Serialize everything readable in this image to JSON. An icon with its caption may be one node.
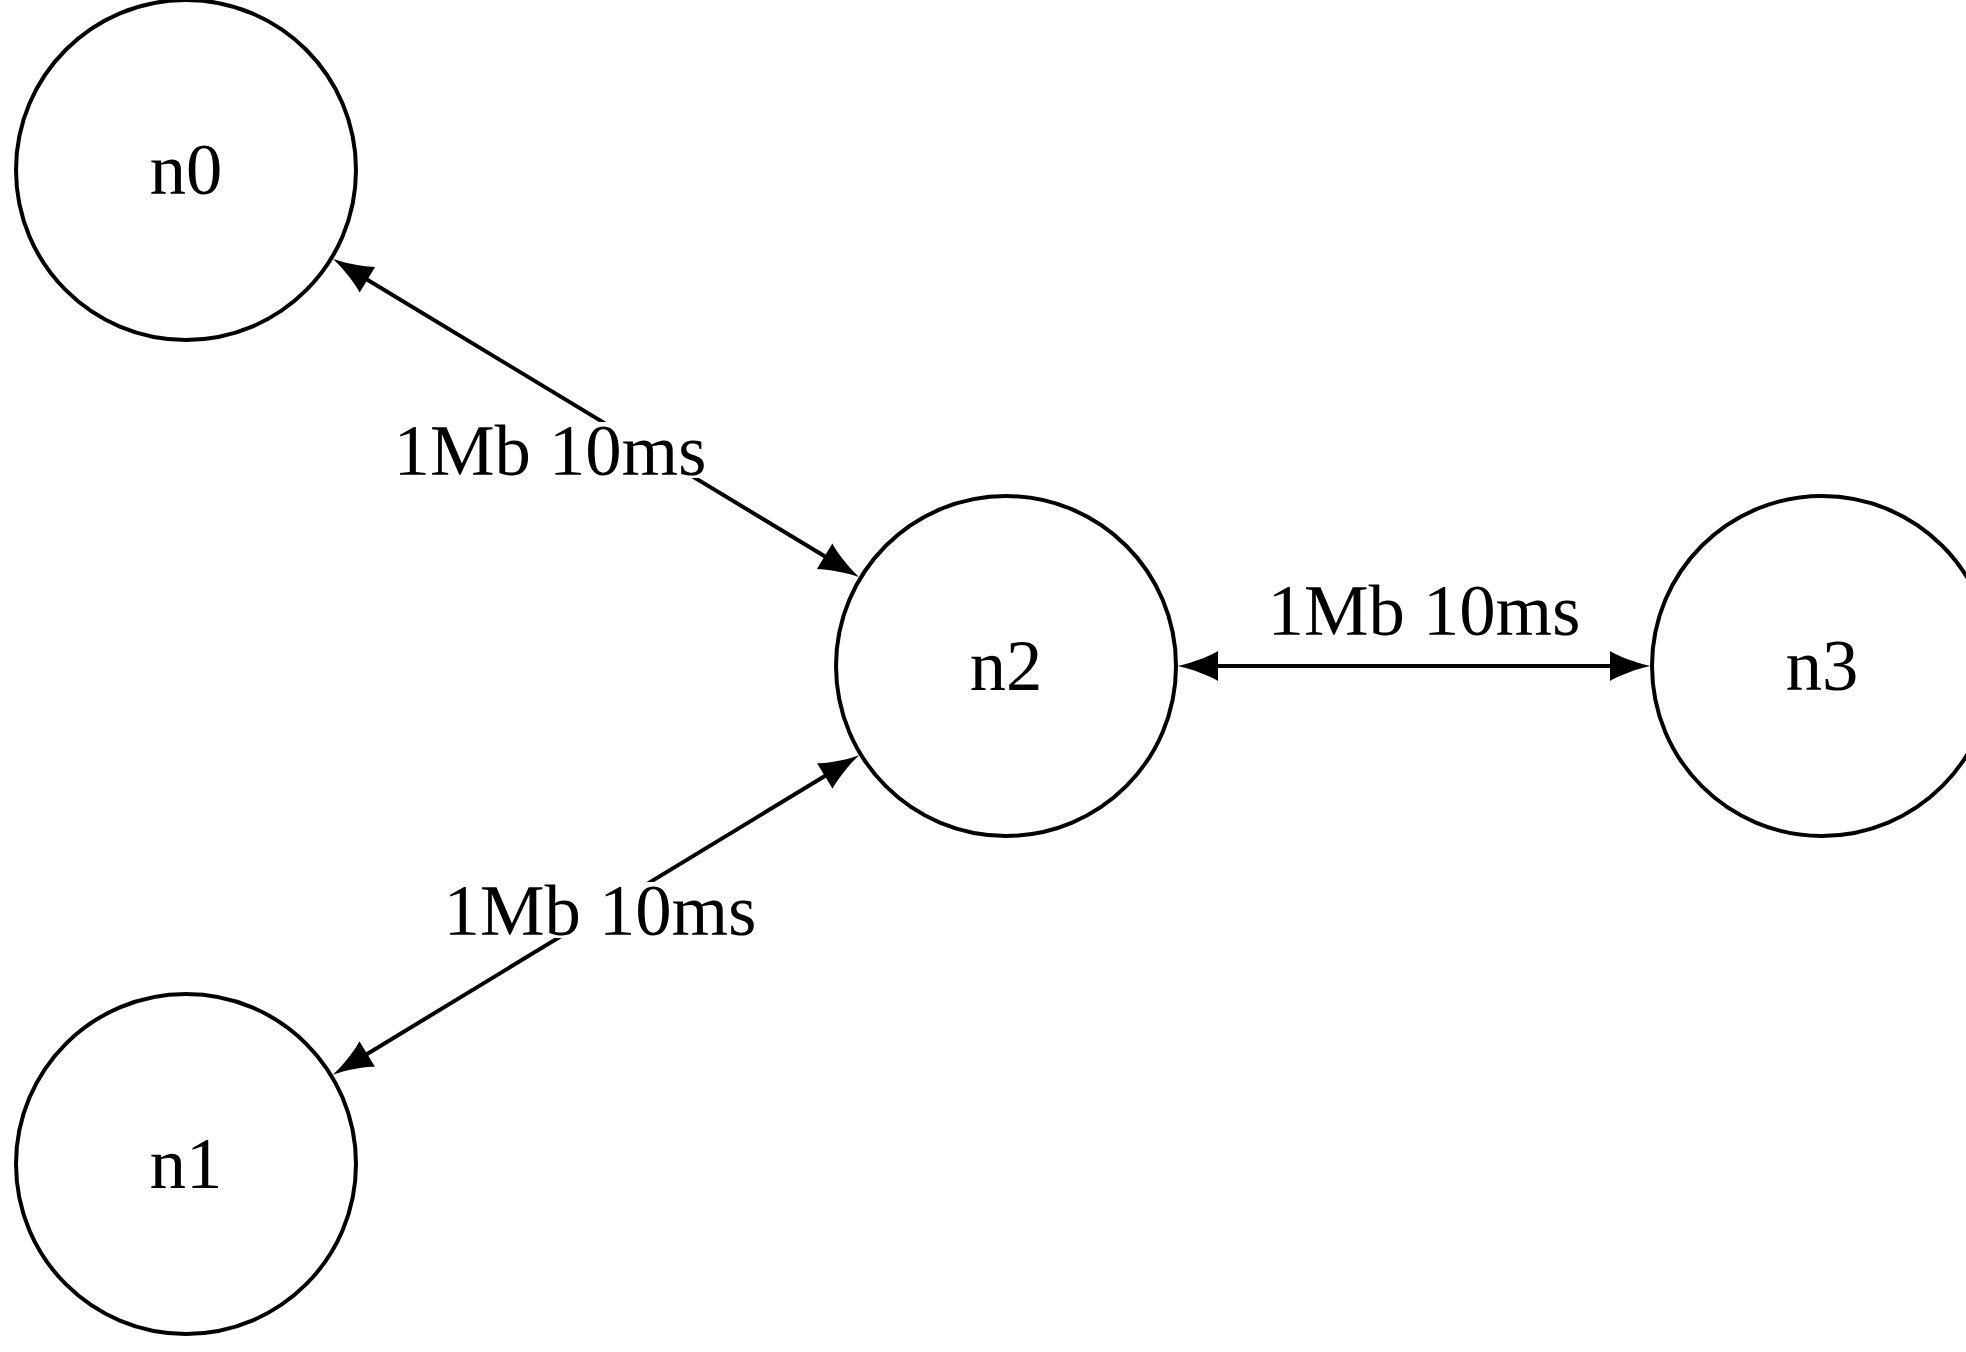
{
  "diagram": {
    "nodes": [
      {
        "text": [
          "n0"
        ]
      },
      {
        "text": [
          "n1"
        ]
      },
      {
        "text": [
          "n2"
        ]
      },
      {
        "text": [
          "n3"
        ]
      }
    ],
    "edges": [
      {
        "from": 0,
        "to": 2,
        "arrow": "both",
        "label": "1Mb 10ms"
      },
      {
        "from": 1,
        "to": 2,
        "arrow": "both",
        "label": "1Mb 10ms"
      },
      {
        "from": 2,
        "to": 3,
        "arrow": "both",
        "label": "1Mb 10ms"
      }
    ]
  }
}
